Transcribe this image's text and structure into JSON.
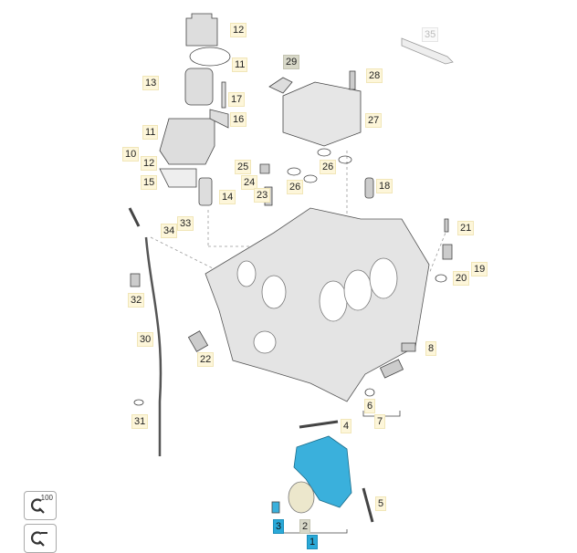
{
  "callouts": [
    {
      "num": "12",
      "style": "normal"
    },
    {
      "num": "11",
      "style": "normal"
    },
    {
      "num": "13",
      "style": "normal"
    },
    {
      "num": "17",
      "style": "normal"
    },
    {
      "num": "16",
      "style": "normal"
    },
    {
      "num": "11",
      "style": "normal"
    },
    {
      "num": "10",
      "style": "normal"
    },
    {
      "num": "12",
      "style": "normal"
    },
    {
      "num": "15",
      "style": "normal"
    },
    {
      "num": "14",
      "style": "normal"
    },
    {
      "num": "25",
      "style": "normal"
    },
    {
      "num": "24",
      "style": "normal"
    },
    {
      "num": "23",
      "style": "normal"
    },
    {
      "num": "29",
      "style": "gray"
    },
    {
      "num": "28",
      "style": "normal"
    },
    {
      "num": "27",
      "style": "normal"
    },
    {
      "num": "26",
      "style": "normal"
    },
    {
      "num": "26",
      "style": "normal"
    },
    {
      "num": "18",
      "style": "normal"
    },
    {
      "num": "35",
      "style": "faded"
    },
    {
      "num": "33",
      "style": "normal"
    },
    {
      "num": "34",
      "style": "normal"
    },
    {
      "num": "21",
      "style": "normal"
    },
    {
      "num": "19",
      "style": "normal"
    },
    {
      "num": "20",
      "style": "normal"
    },
    {
      "num": "32",
      "style": "normal"
    },
    {
      "num": "30",
      "style": "normal"
    },
    {
      "num": "22",
      "style": "normal"
    },
    {
      "num": "8",
      "style": "normal"
    },
    {
      "num": "6",
      "style": "normal"
    },
    {
      "num": "7",
      "style": "normal"
    },
    {
      "num": "31",
      "style": "normal"
    },
    {
      "num": "4",
      "style": "normal"
    },
    {
      "num": "5",
      "style": "normal"
    },
    {
      "num": "3",
      "style": "blue"
    },
    {
      "num": "2",
      "style": "gray"
    },
    {
      "num": "1",
      "style": "blue"
    }
  ],
  "zoom_controls": {
    "reset_label": "100",
    "reset_icon": "zoom-reset-icon",
    "out_icon": "zoom-out-icon"
  },
  "colors": {
    "highlight": "#2aa9d8",
    "callout_bg": "#fdf6da",
    "selected_gray": "#d8d8c8"
  }
}
